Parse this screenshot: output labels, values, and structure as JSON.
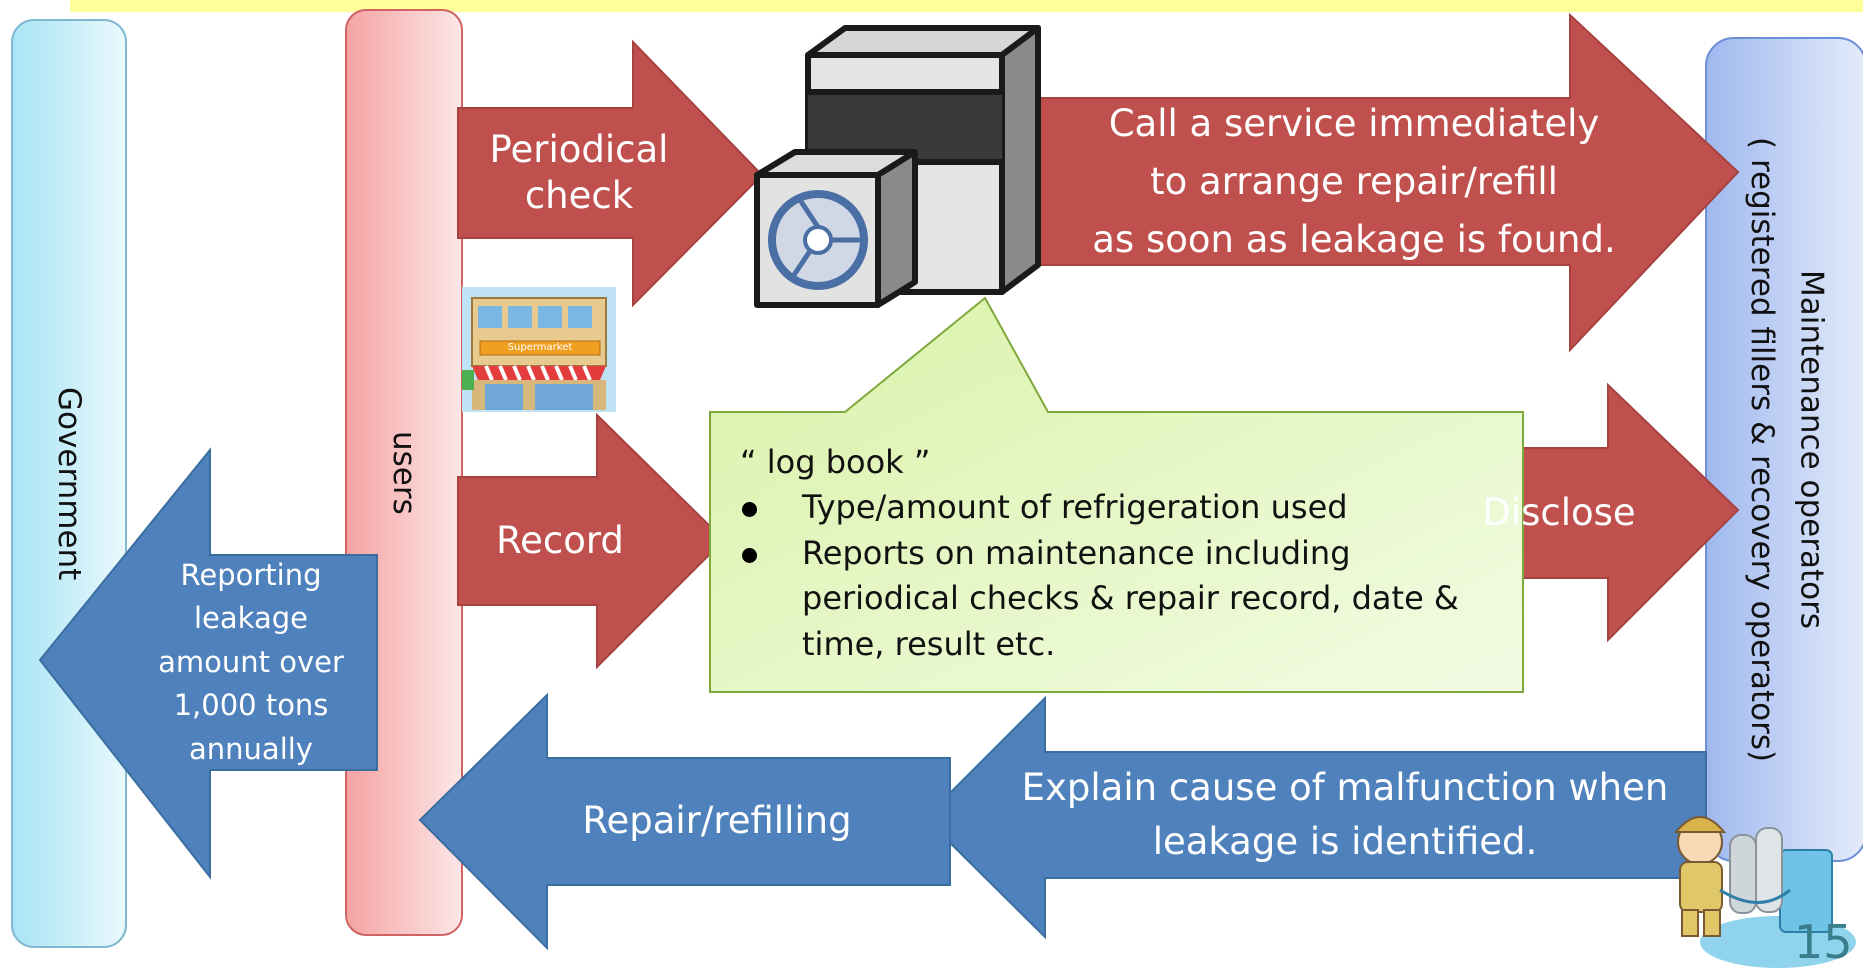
{
  "columns": {
    "government": "Government",
    "users": "users",
    "maintenance": "Maintenance operators\n( registered fillers & recovery operators)"
  },
  "arrows": {
    "periodical_check": "Periodical\ncheck",
    "call_service": "Call a service immediately\nto arrange repair/refill\nas soon as leakage is found.",
    "record": "Record",
    "disclose": "Disclose",
    "reporting": "Reporting\nleakage\namount over\n1,000 tons\nannually",
    "repair_refilling": "Repair/refilling",
    "explain_cause": "Explain cause of malfunction when\nleakage is identified."
  },
  "logbook": {
    "title": "“ log book ”",
    "items": [
      "Type/amount of refrigeration used",
      "Reports on maintenance including periodical checks & repair record, date & time, result etc."
    ]
  },
  "supermarket_sign": "Supermarket",
  "page_number": "15",
  "colors": {
    "red_arrow": "#c0504d",
    "blue_arrow": "#4f81bd",
    "logbook_fill": "#e6f7c4",
    "top_bar": "#ffff99"
  }
}
